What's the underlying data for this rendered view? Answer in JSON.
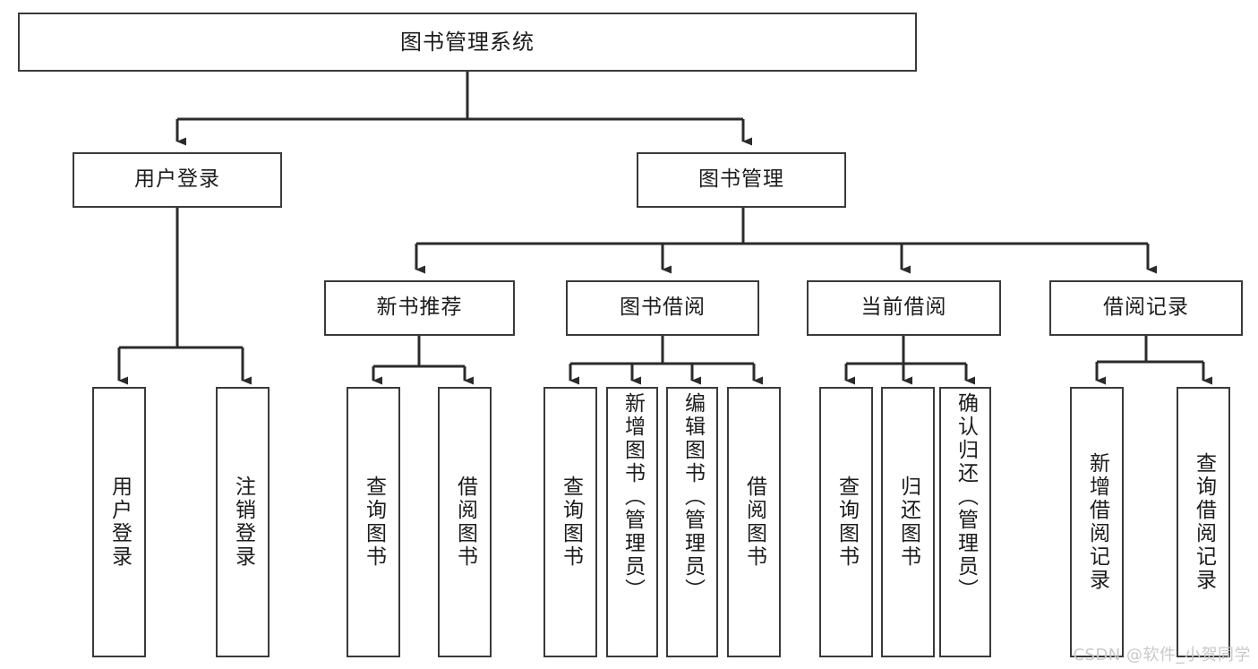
{
  "diagram": {
    "title": "图书管理系统",
    "type": "tree",
    "watermark": "CSDN @软件_小贺同学",
    "colors": {
      "node_border": "#3a3a3a",
      "node_fill": "#ffffff",
      "edge": "#2b2b2b",
      "text": "#1c1c1c",
      "watermark": "#c9c9c9"
    },
    "nodes": {
      "root": {
        "label": "图书管理系统"
      },
      "level2": [
        {
          "id": "user-login",
          "label": "用户登录"
        },
        {
          "id": "book-manage",
          "label": "图书管理"
        }
      ],
      "level3": [
        {
          "id": "new-book-recommend",
          "label": "新书推荐"
        },
        {
          "id": "book-borrow",
          "label": "图书借阅"
        },
        {
          "id": "current-borrow",
          "label": "当前借阅"
        },
        {
          "id": "borrow-record",
          "label": "借阅记录"
        }
      ],
      "leaves": {
        "user_login": [
          {
            "id": "leaf-user-login",
            "label": "用户登录"
          },
          {
            "id": "leaf-user-logout",
            "label": "注销登录"
          }
        ],
        "new_book_recommend": [
          {
            "id": "leaf-query-book-1",
            "label": "查询图书"
          },
          {
            "id": "leaf-borrow-book-1",
            "label": "借阅图书"
          }
        ],
        "book_borrow": [
          {
            "id": "leaf-query-book-2",
            "label": "查询图书"
          },
          {
            "id": "leaf-add-book",
            "label": "新增图书（管理员）"
          },
          {
            "id": "leaf-edit-book",
            "label": "编辑图书（管理员）"
          },
          {
            "id": "leaf-borrow-book-2",
            "label": "借阅图书"
          }
        ],
        "current_borrow": [
          {
            "id": "leaf-query-book-3",
            "label": "查询图书"
          },
          {
            "id": "leaf-return-book",
            "label": "归还图书"
          },
          {
            "id": "leaf-confirm-return",
            "label": "确认归还（管理员）"
          }
        ],
        "borrow_record": [
          {
            "id": "leaf-add-record",
            "label": "新增借阅记录"
          },
          {
            "id": "leaf-query-record",
            "label": "查询借阅记录"
          }
        ]
      }
    }
  }
}
